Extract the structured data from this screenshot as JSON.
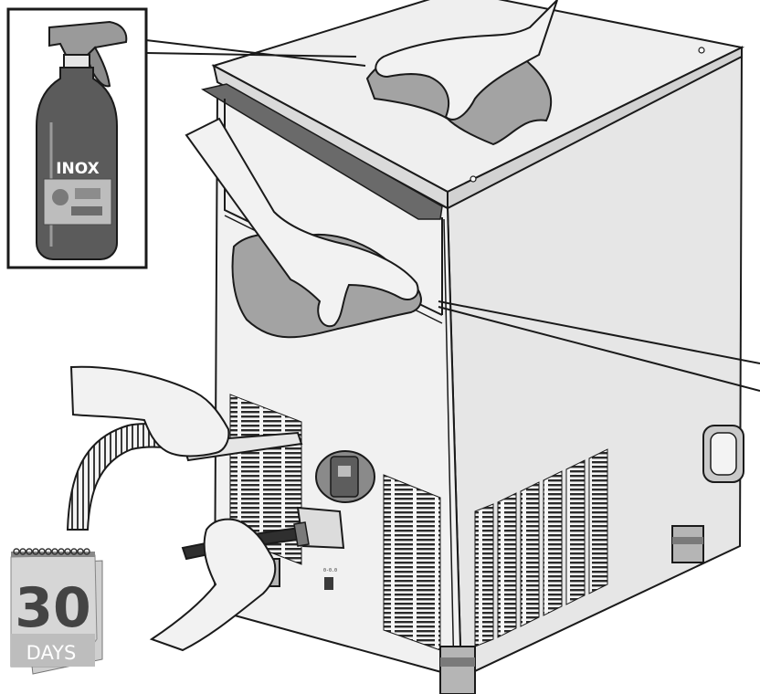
{
  "spray_bottle": {
    "label": "INOX"
  },
  "calendar": {
    "number": "30",
    "unit": "DAYS"
  },
  "colors": {
    "machine_front": "#f1f1f1",
    "machine_side": "#e6e6e6",
    "machine_top": "#efefef",
    "cloth": "#a3a3a3",
    "bottle": "#5b5b5b",
    "outline": "#1a1a1a"
  },
  "icons": [
    "spray-bottle-icon",
    "calendar-icon",
    "cloth-icon",
    "brush-icon",
    "vacuum-hose-icon"
  ]
}
